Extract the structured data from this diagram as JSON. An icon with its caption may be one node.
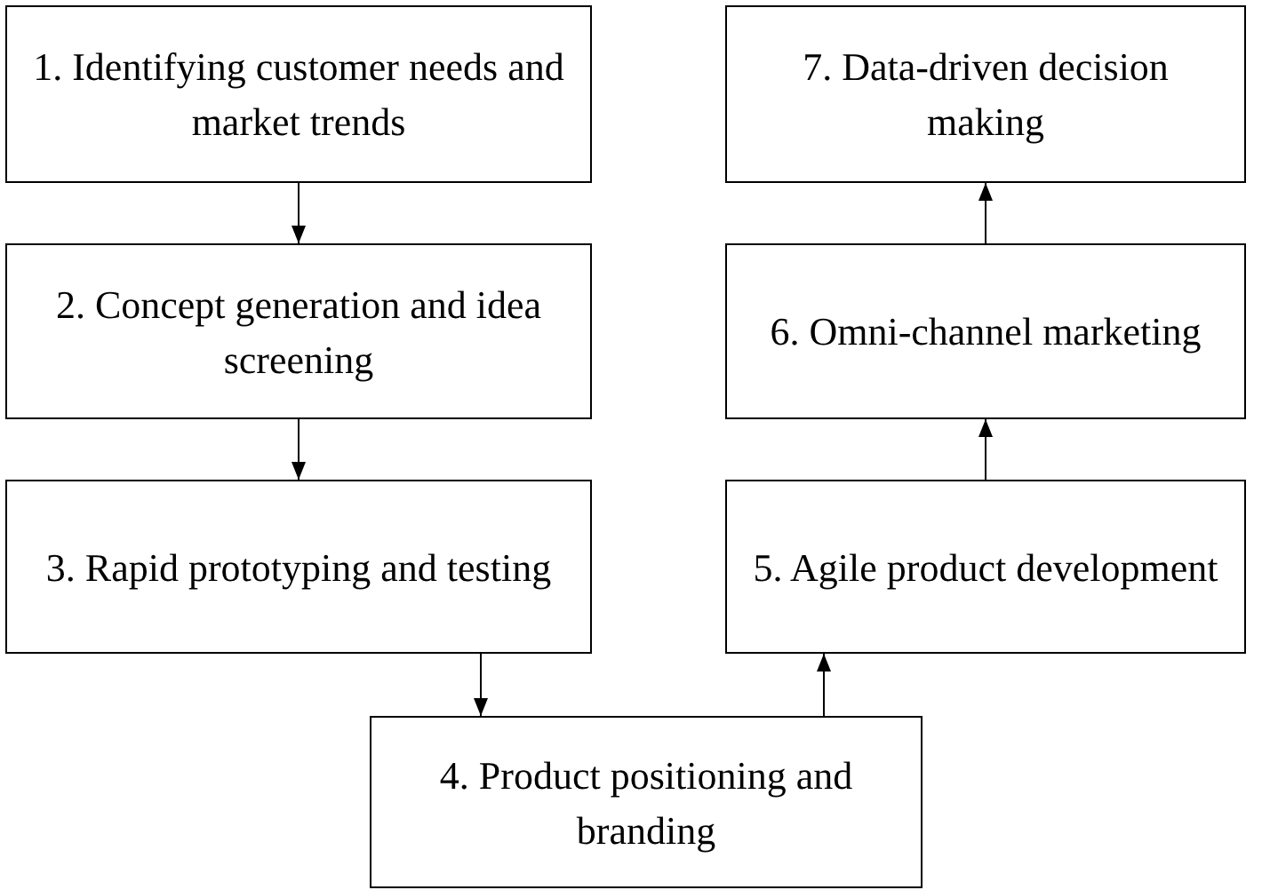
{
  "diagram": {
    "nodes": [
      {
        "text": [
          "1. Identifying customer needs and market trends"
        ]
      },
      {
        "text": [
          "2. Concept generation and idea screening"
        ]
      },
      {
        "text": [
          "3. Rapid prototyping and testing"
        ]
      },
      {
        "text": [
          "4. Product positioning and branding"
        ]
      },
      {
        "text": [
          "5. Agile product development"
        ]
      },
      {
        "text": [
          "6. Omni-channel marketing"
        ]
      },
      {
        "text": [
          "7. Data-driven decision making"
        ]
      }
    ],
    "edges": [
      {
        "from": 0,
        "to": 1,
        "arrow": "to"
      },
      {
        "from": 1,
        "to": 2,
        "arrow": "to"
      },
      {
        "from": 2,
        "to": 3,
        "arrow": "to"
      },
      {
        "from": 3,
        "to": 4,
        "arrow": "to"
      },
      {
        "from": 4,
        "to": 5,
        "arrow": "to"
      },
      {
        "from": 5,
        "to": 6,
        "arrow": "to"
      }
    ]
  }
}
